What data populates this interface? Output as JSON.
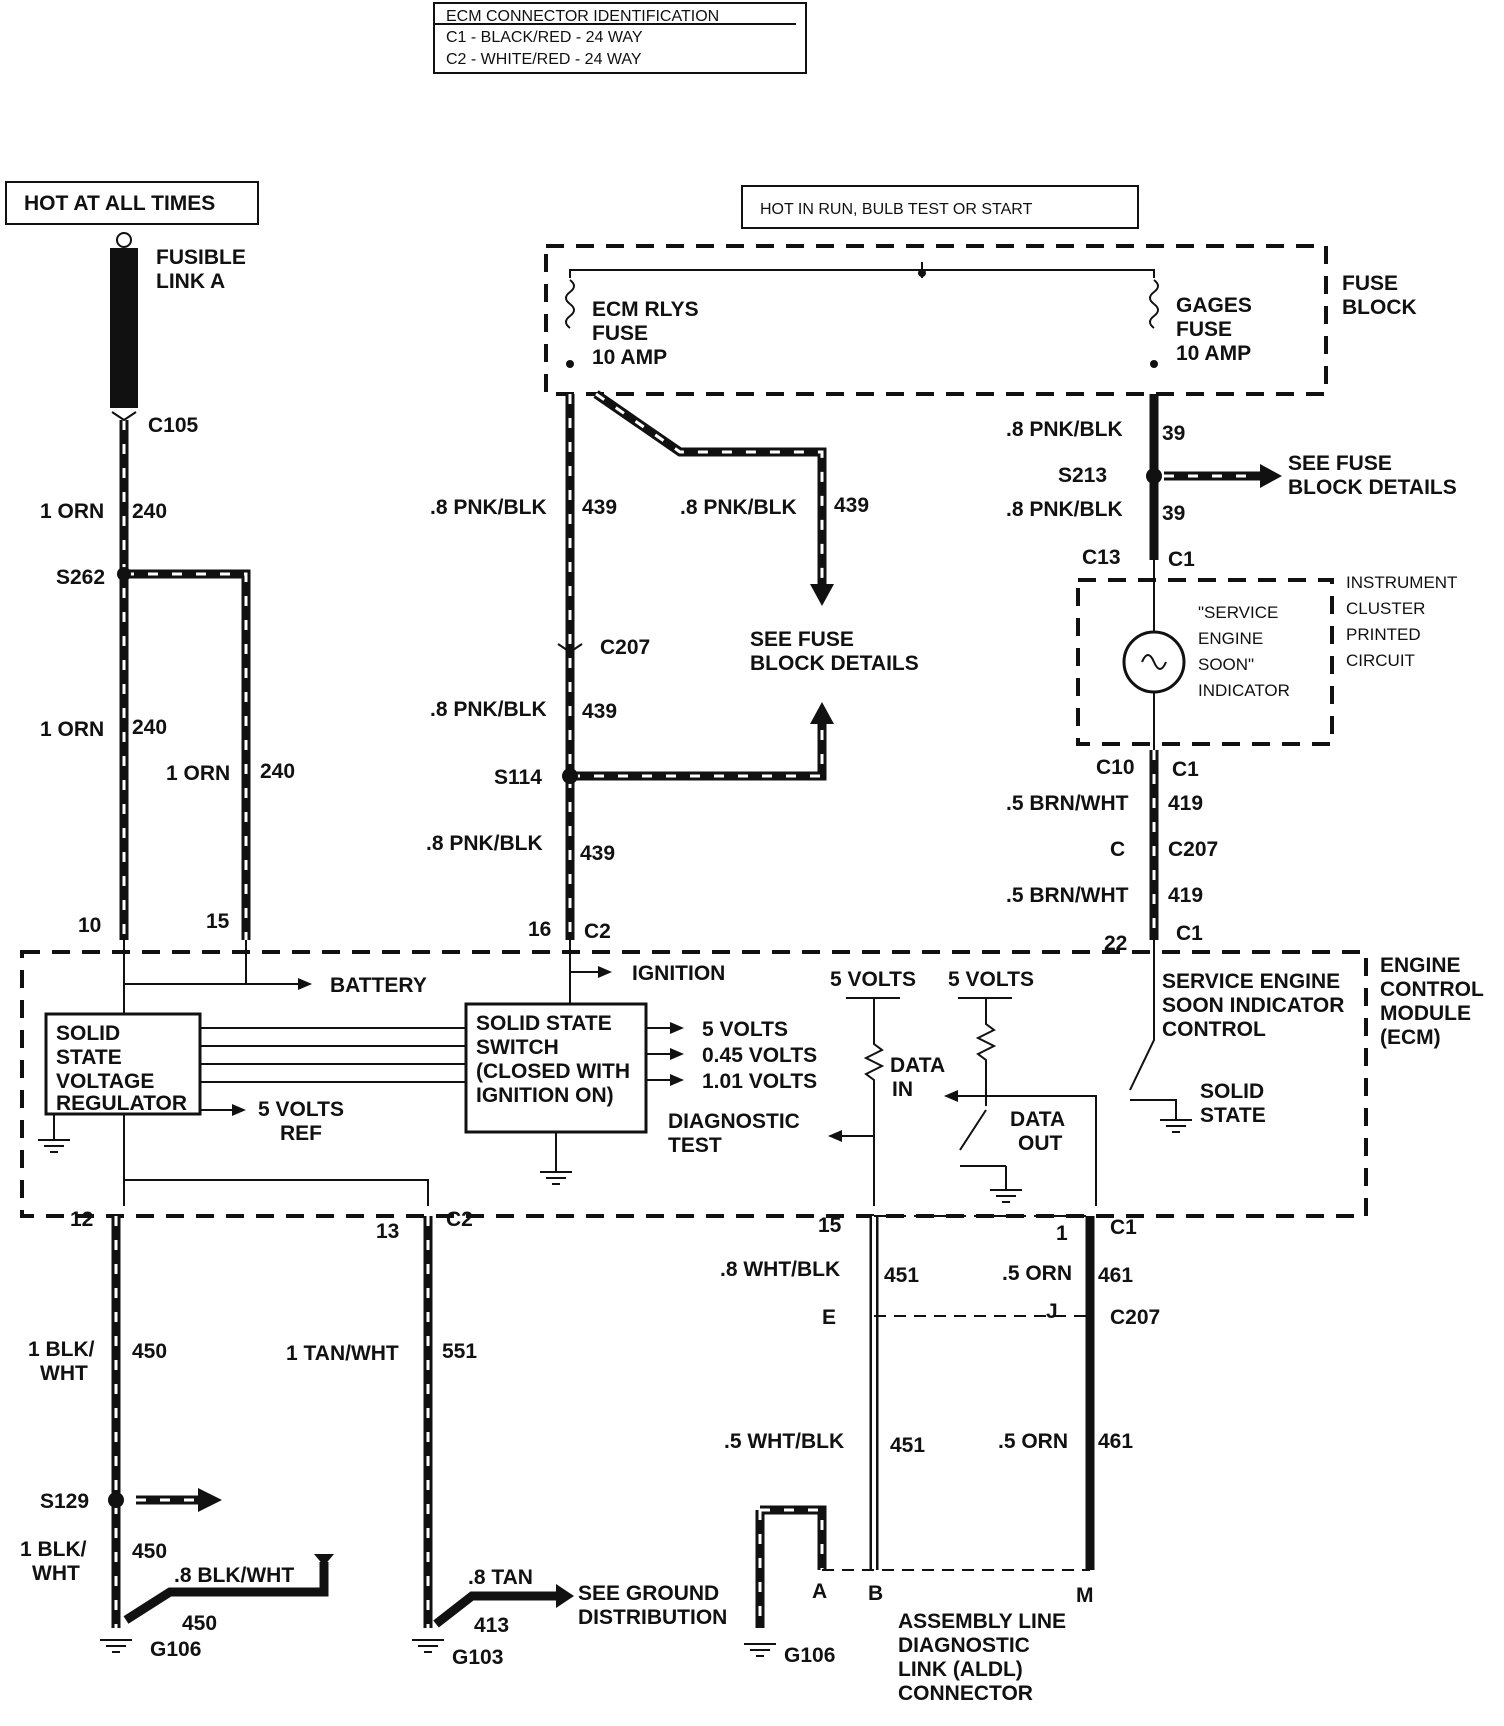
{
  "legend": {
    "title": "ECM CONNECTOR IDENTIFICATION",
    "c1": "C1 - BLACK/RED - 24 WAY",
    "c2": "C2 - WHITE/RED - 24 WAY"
  },
  "power": {
    "hot_all_times": "HOT AT ALL TIMES",
    "hot_in_run": "HOT IN RUN, BULB TEST OR START"
  },
  "fusible_link": [
    "FUSIBLE",
    "LINK A"
  ],
  "fuse_block": {
    "title": [
      "FUSE",
      "BLOCK"
    ],
    "ecm_fuse": [
      "ECM RLYS",
      "FUSE",
      "10 AMP"
    ],
    "gages_fuse": [
      "GAGES",
      "FUSE",
      "10 AMP"
    ]
  },
  "see_fuse_block": [
    "SEE FUSE",
    "BLOCK DETAILS"
  ],
  "instrument_cluster": [
    "INSTRUMENT",
    "CLUSTER",
    "PRINTED",
    "CIRCUIT"
  ],
  "ses_indicator": [
    "\"SERVICE",
    "ENGINE",
    "SOON\"",
    "INDICATOR"
  ],
  "ecm": {
    "title": [
      "ENGINE",
      "CONTROL",
      "MODULE",
      "(ECM)"
    ],
    "regulator": [
      "SOLID",
      "STATE",
      "VOLTAGE",
      "REGULATOR"
    ],
    "switch": [
      "SOLID STATE",
      "SWITCH",
      "(CLOSED WITH",
      "IGNITION ON)"
    ],
    "battery": "BATTERY",
    "ignition": "IGNITION",
    "ref": [
      "5 VOLTS",
      "REF"
    ],
    "outputs": [
      "5 VOLTS",
      "0.45 VOLTS",
      "1.01 VOLTS"
    ],
    "diag": [
      "DIAGNOSTIC",
      "TEST"
    ],
    "five_volts": "5 VOLTS",
    "data_in": [
      "DATA",
      "IN"
    ],
    "data_out": [
      "DATA",
      "OUT"
    ],
    "ses_control": [
      "SERVICE ENGINE",
      "SOON INDICATOR",
      "CONTROL"
    ],
    "solid_state": [
      "SOLID",
      "STATE"
    ]
  },
  "wires": {
    "orn": "1 ORN",
    "c240": "240",
    "pnkblk": ".8 PNK/BLK",
    "c439": "439",
    "c39": "39",
    "brnwht": ".5 BRN/WHT",
    "c419": "419",
    "blkwht": [
      "1 BLK/",
      "WHT"
    ],
    "c450": "450",
    "tanwht": "1 TAN/WHT",
    "c551": "551",
    "whtblk8": ".8 WHT/BLK",
    "whtblk5": ".5 WHT/BLK",
    "c451": "451",
    "orn5": ".5 ORN",
    "c461": "461",
    "blkwht8": ".8 BLK/WHT",
    "tan8": ".8 TAN",
    "c413": "413"
  },
  "connectors": {
    "c105": "C105",
    "s262": "S262",
    "c207": "C207",
    "s114": "S114",
    "s213": "S213",
    "c13": "C13",
    "c1": "C1",
    "c10": "C10",
    "c": "C",
    "c2": "C2",
    "s129": "S129",
    "g106": "G106",
    "g103": "G103",
    "e": "E",
    "j": "J",
    "a": "A",
    "b": "B",
    "m": "M"
  },
  "pins": {
    "p10": "10",
    "p15": "15",
    "p16": "16",
    "p22": "22",
    "p12": "12",
    "p13": "13",
    "p15b": "15",
    "p1": "1"
  },
  "see_ground": [
    "SEE GROUND",
    "DISTRIBUTION"
  ],
  "aldl": [
    "ASSEMBLY LINE",
    "DIAGNOSTIC",
    "LINK (ALDL)",
    "CONNECTOR"
  ]
}
